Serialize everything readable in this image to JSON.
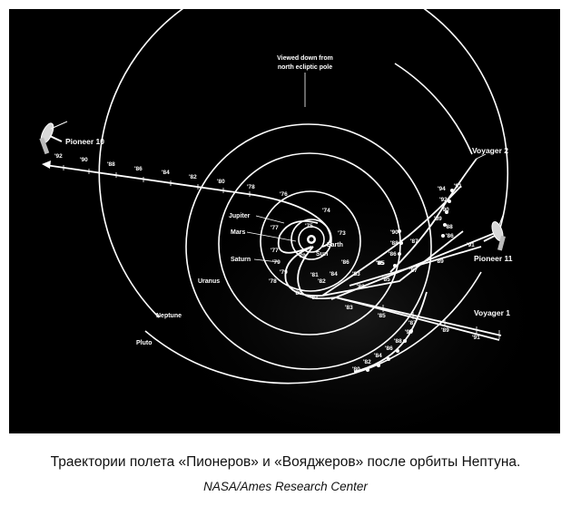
{
  "diagram": {
    "header_line1": "Viewed down from",
    "header_line2": "north ecliptic pole",
    "spacecraft": {
      "pioneer10": "Pioneer 10",
      "pioneer11": "Pioneer 11",
      "voyager1": "Voyager 1",
      "voyager2": "Voyager 2"
    },
    "bodies": {
      "sun": "Sun",
      "earth": "Earth",
      "mars": "Mars",
      "jupiter": "Jupiter",
      "saturn": "Saturn",
      "uranus": "Uranus",
      "neptune": "Neptune",
      "pluto": "Pluto"
    },
    "years": {
      "p10_92": "'92",
      "p10_90": "'90",
      "p10_88": "'88",
      "p10_86": "'86",
      "p10_84": "'84",
      "p10_82": "'82",
      "p10_80": "'80",
      "p10_78": "'78",
      "p10_76": "'76",
      "p10_74": "'74",
      "p10_73": "'73",
      "inner_75": "'75",
      "inner_77a": "'77",
      "inner_77b": "'77",
      "inner_79a": "'79",
      "inner_79b": "'79",
      "inner_79c": "'79",
      "inner_78": "'78",
      "inner_80": "'80",
      "inner_81a": "'81",
      "inner_81b": "'81",
      "inner_82": "'82",
      "inner_84": "'84",
      "inner_86": "'86",
      "inner_83": "'83",
      "v2_90": "'90",
      "v2_88": "'88",
      "v2_86": "'86",
      "v2_87": "'87",
      "v2_85": "'85",
      "v2_83": "'83",
      "v2_85b": "'85",
      "p11_94": "'94",
      "p11_92": "'92",
      "p11_90": "'90",
      "p11_89": "'89",
      "p11_88": "'88",
      "p11_86": "'86",
      "p11_91": "'91",
      "v1_85": "'85",
      "v1_87": "'87",
      "v1_89": "'89",
      "v1_91": "'91",
      "v1_83": "'83",
      "v1_85b": "'85",
      "v1_87b": "'87",
      "v1_89b": "'89",
      "v1_91b": "'91",
      "bot_80": "'80",
      "bot_82": "'82",
      "bot_84": "'84",
      "bot_86": "'86",
      "bot_88": "'88",
      "bot_90": "'90"
    }
  },
  "caption": "Траектории полета «Пионеров» и «Вояджеров» после орбиты Нептуна.",
  "credit": "NASA/Ames Research Center"
}
